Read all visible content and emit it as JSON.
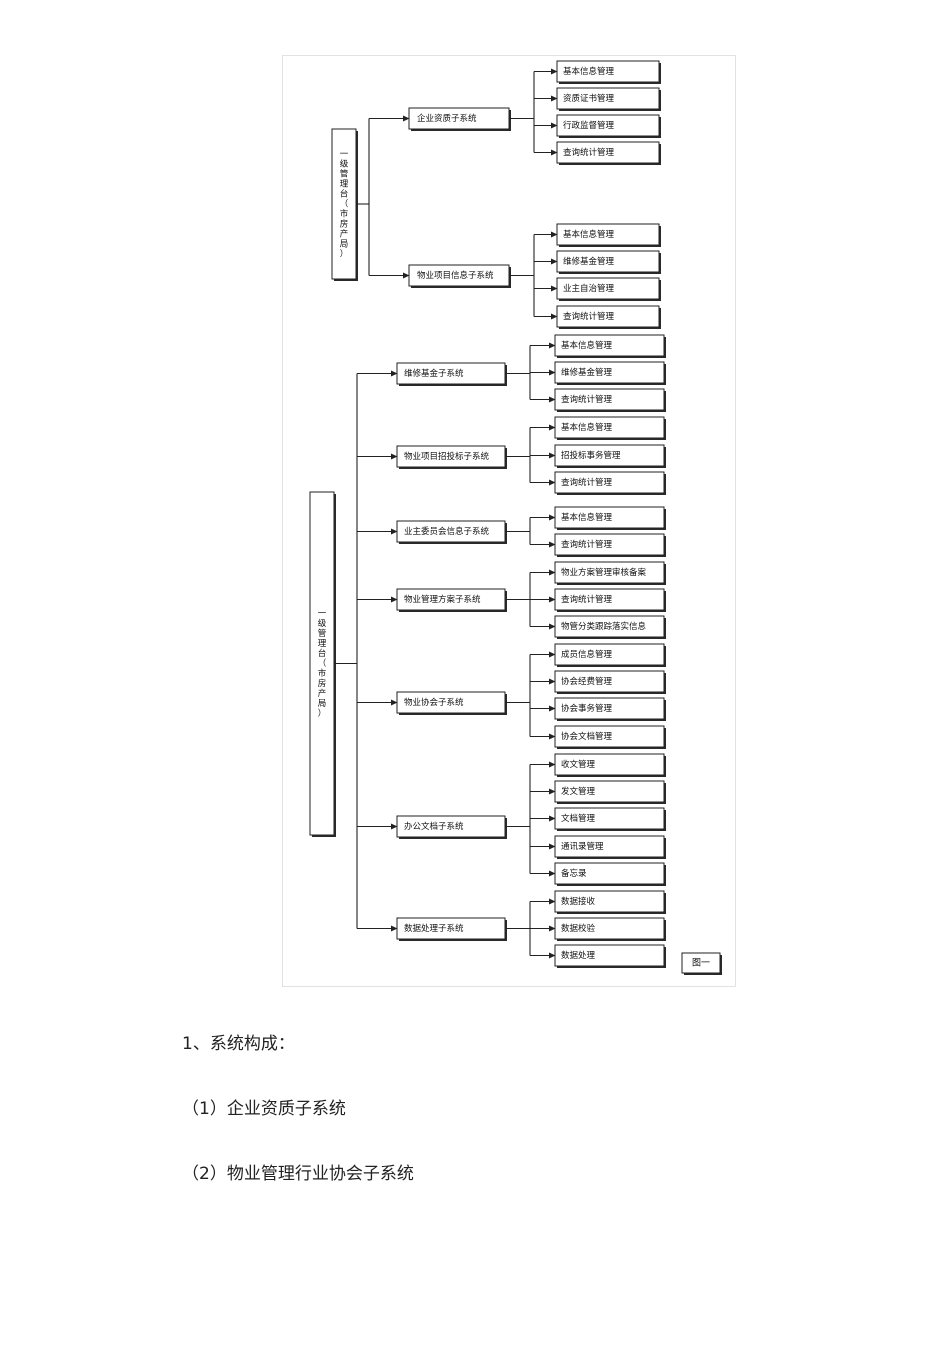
{
  "diagram": {
    "top": {
      "root": "一级管理台（市房产局）",
      "subsystems": [
        {
          "label": "企业资质子系统",
          "children": [
            "基本信息管理",
            "资质证书管理",
            "行政监督管理",
            "查询统计管理"
          ]
        },
        {
          "label": "物业项目信息子系统",
          "children": [
            "基本信息管理",
            "维修基金管理",
            "业主自治管理",
            "查询统计管理"
          ]
        }
      ]
    },
    "bottom": {
      "root": "一级管理台（市房产局）",
      "subsystems": [
        {
          "label": "维修基金子系统",
          "children": [
            "基本信息管理",
            "维修基金管理",
            "查询统计管理"
          ]
        },
        {
          "label": "物业项目招投标子系统",
          "children": [
            "基本信息管理",
            "招投标事务管理",
            "查询统计管理"
          ]
        },
        {
          "label": "业主委员会信息子系统",
          "children": [
            "基本信息管理",
            "查询统计管理"
          ]
        },
        {
          "label": "物业管理方案子系统",
          "children": [
            "物业方案管理审核备案",
            "查询统计管理",
            "物管分类跟踪落实信息"
          ]
        },
        {
          "label": "物业协会子系统",
          "children": [
            "成员信息管理",
            "协会经费管理",
            "协会事务管理",
            "协会文档管理"
          ]
        },
        {
          "label": "办公文档子系统",
          "children": [
            "收文管理",
            "发文管理",
            "文档管理",
            "通讯录管理",
            "备忘录"
          ]
        },
        {
          "label": "数据处理子系统",
          "children": [
            "数据接收",
            "数据校验",
            "数据处理"
          ]
        }
      ]
    },
    "figure_label": "图一"
  },
  "text": {
    "section_heading": "1、系统构成：",
    "item1": "（1）企业资质子系统",
    "item2": "（2）物业管理行业协会子系统"
  }
}
